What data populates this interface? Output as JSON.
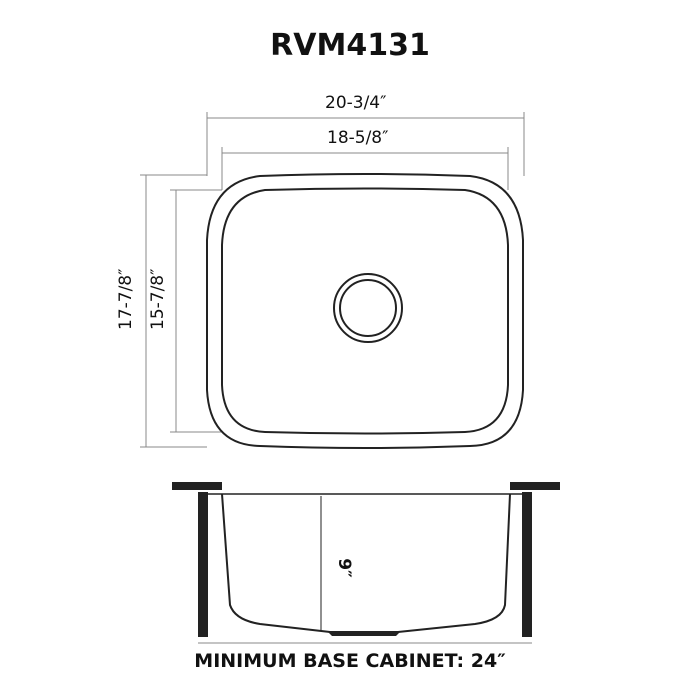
{
  "title": "RVM4131",
  "top_view": {
    "overall_width": "20-3/4″",
    "bowl_width": "18-5/8″",
    "overall_length": "17-7/8″",
    "bowl_length": "15-7/8″",
    "drain": "drain-circle"
  },
  "side_view": {
    "depth": "9″",
    "cabinet_label": "MINIMUM BASE CABINET: 24″"
  },
  "colors": {
    "line": "#222222",
    "dim": "#888888",
    "cabinet": "#222222"
  }
}
